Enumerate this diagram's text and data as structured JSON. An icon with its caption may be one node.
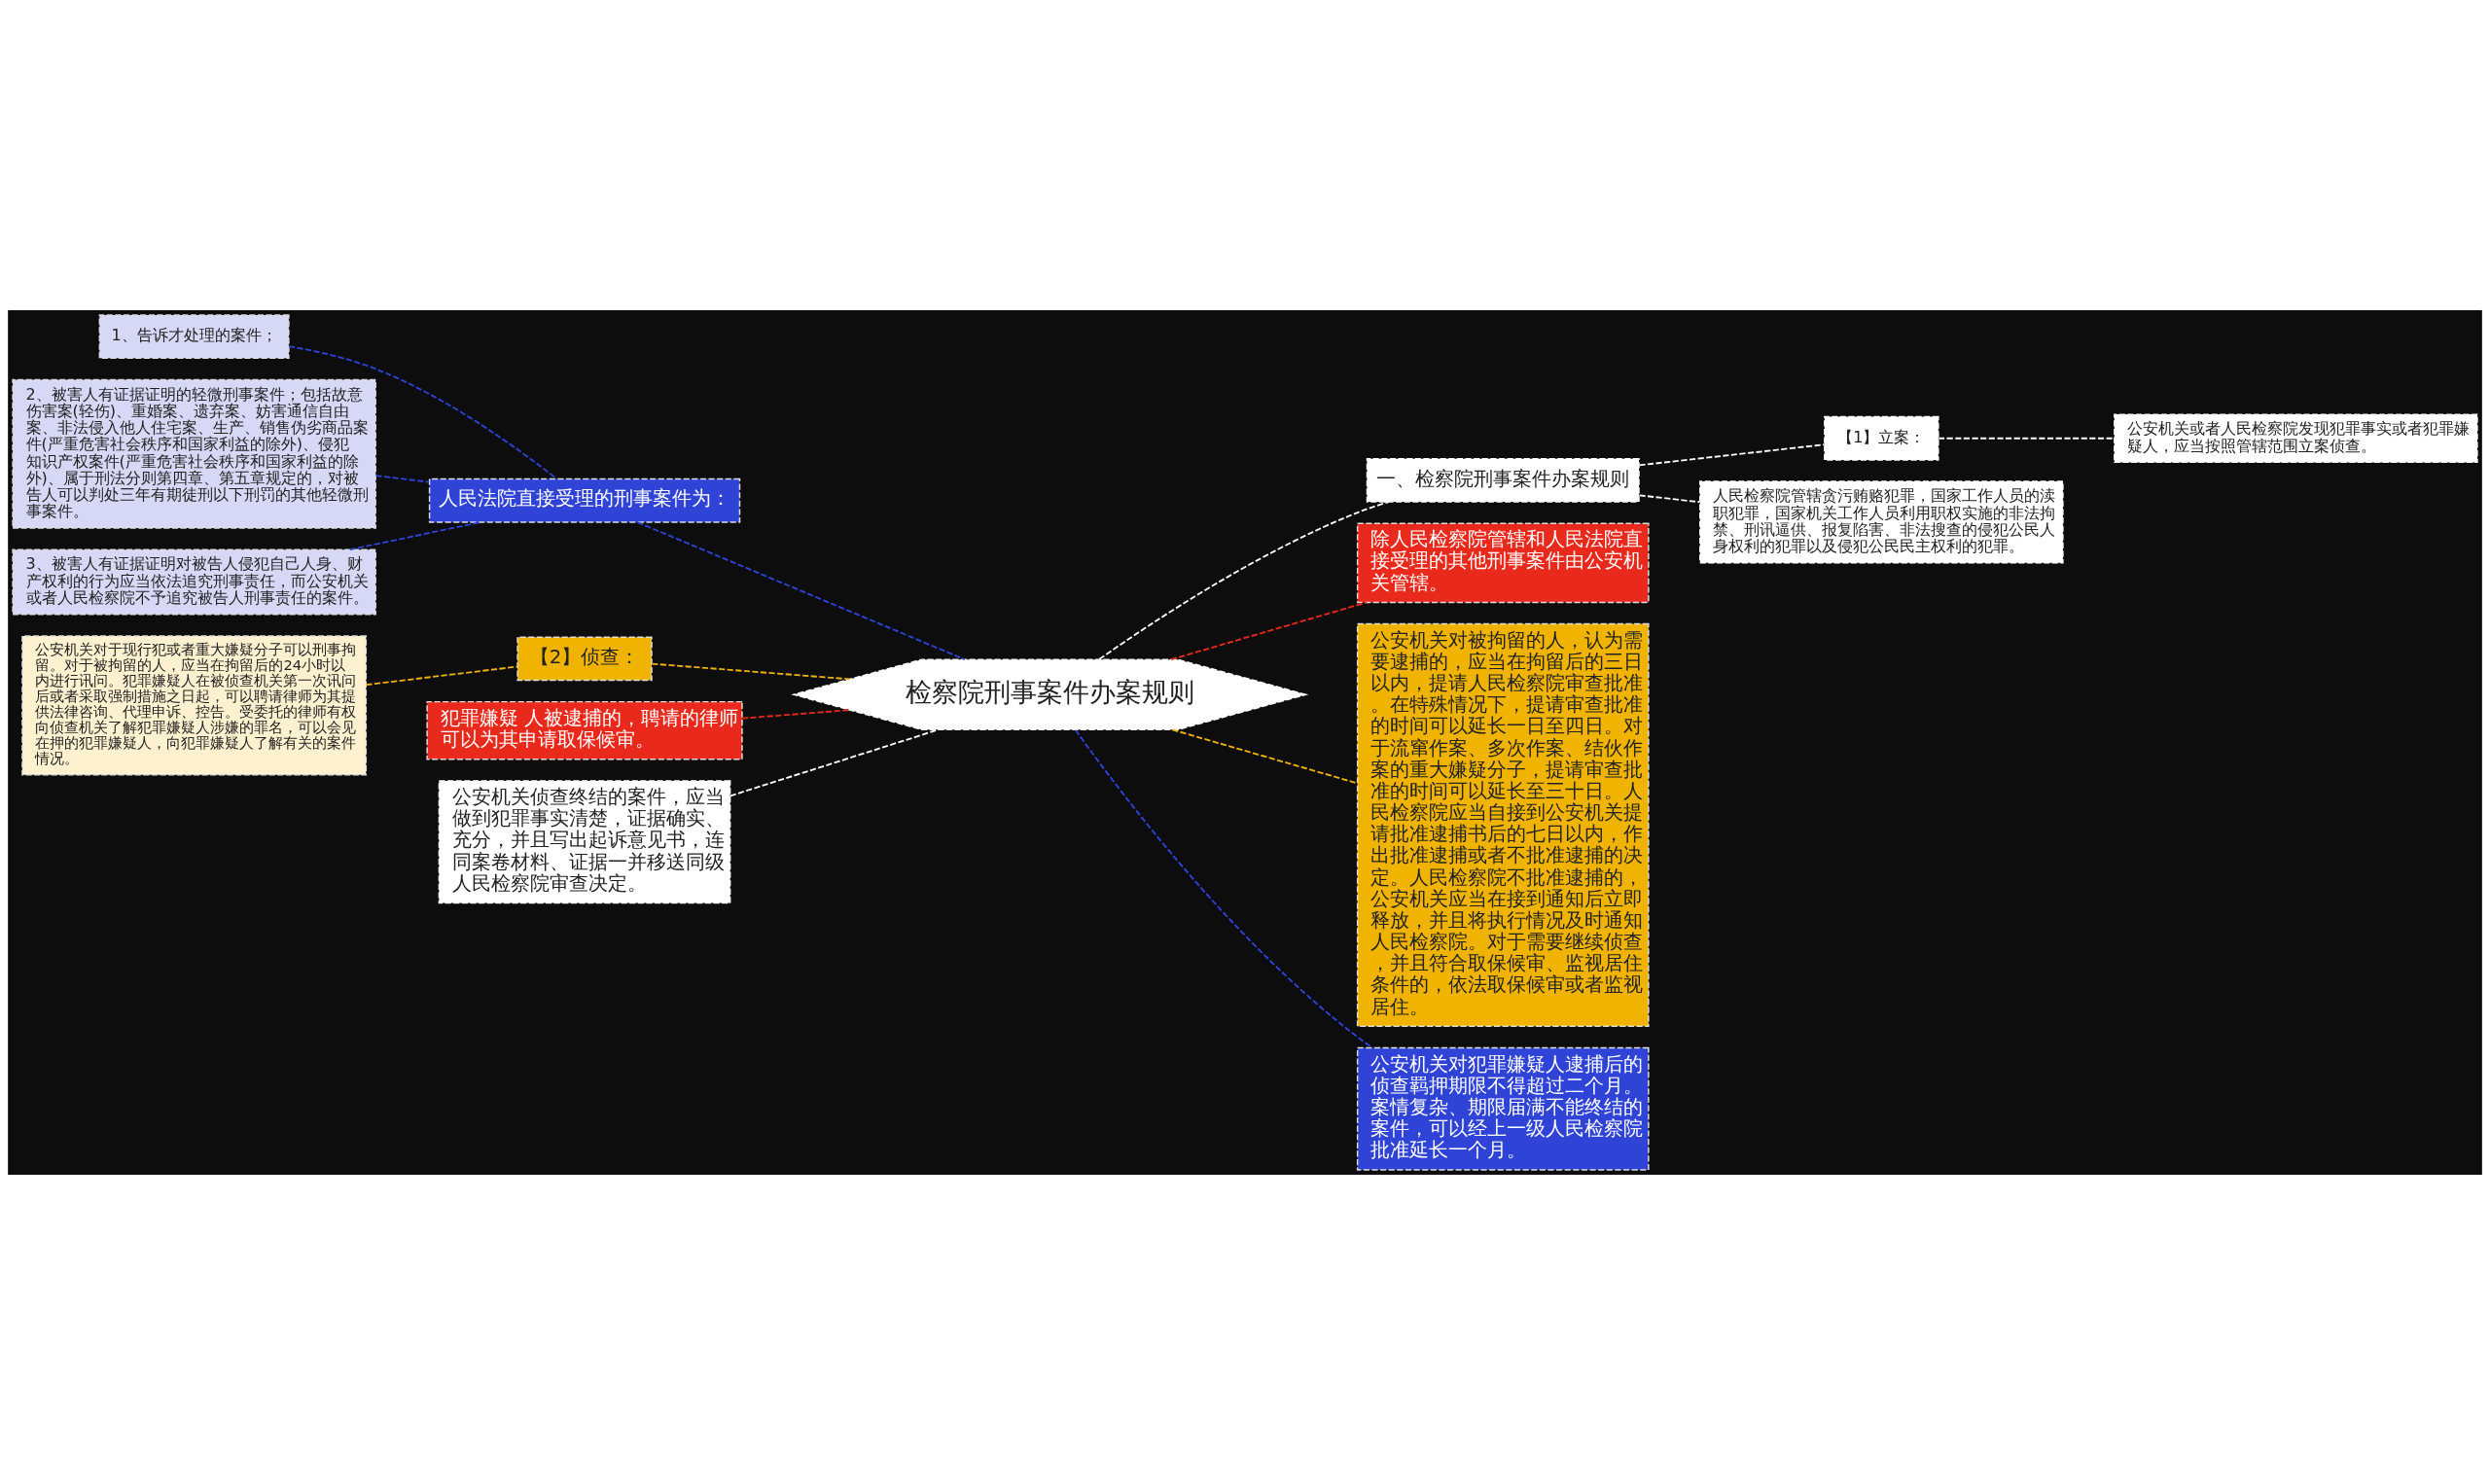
{
  "diagram": {
    "nodes": [
      {
        "text": [
          "检察院刑事案件办案规则"
        ]
      },
      {
        "text": [
          "人民法院直接受理的刑事案件为："
        ]
      },
      {
        "text": [
          "1、告诉才处理的案件；"
        ]
      },
      {
        "text": [
          "2、被害人有证据证明的轻微刑事案件；包括故意伤害案(轻伤)、重婚案、遗弃案、妨害通信自由案、非法侵入他人住宅案、生产、销售伪劣商品案件(严重危害社会秩序和国家利益的除外)、侵犯知识产权案件(严重危害社会秩序和国家利益的除外)、属于刑法分则第四章、第五章规定的，对被告人可以判处三年有期徒刑以下刑罚的其他轻微刑事案件。"
        ]
      },
      {
        "text": [
          "3、被害人有证据证明对被告人侵犯自己人身、财产权利的行为应当依法追究刑事责任，而公安机关或者人民检察院不予追究被告人刑事责任的案件。"
        ]
      },
      {
        "text": [
          "【2】侦查："
        ]
      },
      {
        "text": [
          "公安机关对于现行犯或者重大嫌疑分子可以刑事拘留。对于被拘留的人，应当在拘留后的24小时以内进行讯问。犯罪嫌疑人在被侦查机关第一次讯问后或者采取强制措施之日起，可以聘请律师为其提供法律咨询、代理申诉、控告。受委托的律师有权向侦查机关了解犯罪嫌疑人涉嫌的罪名，可以会见在押的犯罪嫌疑人，向犯罪嫌疑人了解有关的案件情况。"
        ]
      },
      {
        "text": [
          "犯罪嫌疑 人被逮捕的，聘请的律师可以为其申请取保候审。"
        ]
      },
      {
        "text": [
          "公安机关侦查终结的案件，应当做到犯罪事实清楚，证据确实、充分，并且写出起诉意见书，连同案卷材料、证据一并移送同级人民检察院审查决定。"
        ]
      },
      {
        "text": [
          "一、检察院刑事案件办案规则"
        ]
      },
      {
        "text": [
          "【1】立案："
        ]
      },
      {
        "text": [
          "公安机关或者人民检察院发现犯罪事实或者犯罪嫌疑人，应当按照管辖范围立案侦查。"
        ]
      },
      {
        "text": [
          "人民检察院管辖贪污贿赂犯罪，国家工作人员的渎职犯罪，国家机关工作人员利用职权实施的非法拘禁、刑讯逼供、报复陷害、非法搜查的侵犯公民人身权利的犯罪以及侵犯公民民主权利的犯罪。"
        ]
      },
      {
        "text": [
          "除人民检察院管辖和人民法院直接受理的其他刑事案件由公安机关管辖。"
        ]
      },
      {
        "text": [
          "公安机关对被拘留的人，认为需要逮捕的，应当在拘留后的三日以内，提请人民检察院审查批准。在特殊情况下，提请审查批准的时间可以延长一日至四日。对于流窜作案、多次作案、结伙作案的重大嫌疑分子，提请审查批准的时间可以延长至三十日。人民检察院应当自接到公安机关提请批准逮捕书后的七日以内，作出批准逮捕或者不批准逮捕的决定。人民检察院不批准逮捕的，公安机关应当在接到通知后立即释放，并且将执行情况及时通知人民检察院。对于需要继续侦查，并且符合取保候审、监视居住条件的，依法取保候审或者监视居住。"
        ]
      },
      {
        "text": [
          "公安机关对犯罪嫌疑人逮捕后的侦查羁押期限不得超过二个月。案情复杂、期限届满不能终结的案件，可以经上一级人民检察院批准延长一个月。"
        ]
      }
    ],
    "edges": [
      {
        "from": 0,
        "to": 1,
        "arrow": "none",
        "style": "dashed"
      },
      {
        "from": 1,
        "to": 2,
        "arrow": "none",
        "style": "dashed"
      },
      {
        "from": 1,
        "to": 3,
        "arrow": "none",
        "style": "dashed"
      },
      {
        "from": 1,
        "to": 4,
        "arrow": "none",
        "style": "dashed"
      },
      {
        "from": 0,
        "to": 5,
        "arrow": "none",
        "style": "dashed",
        "color": "#f0b400"
      },
      {
        "from": 5,
        "to": 6,
        "arrow": "none",
        "style": "dashed",
        "color": "#f0b400"
      },
      {
        "from": 0,
        "to": 7,
        "arrow": "none",
        "style": "dashed",
        "color": "#e8291b"
      },
      {
        "from": 0,
        "to": 8,
        "arrow": "none",
        "style": "dashed",
        "color": "#ffffff"
      },
      {
        "from": 0,
        "to": 9,
        "arrow": "none",
        "style": "dashed",
        "color": "#ffffff"
      },
      {
        "from": 9,
        "to": 10,
        "arrow": "none",
        "style": "dashed",
        "color": "#ffffff"
      },
      {
        "from": 10,
        "to": 11,
        "arrow": "none",
        "style": "dashed",
        "color": "#ffffff"
      },
      {
        "from": 9,
        "to": 12,
        "arrow": "none",
        "style": "dashed",
        "color": "#ffffff"
      },
      {
        "from": 0,
        "to": 13,
        "arrow": "none",
        "style": "dashed",
        "color": "#e8291b"
      },
      {
        "from": 0,
        "to": 14,
        "arrow": "none",
        "style": "dashed",
        "color": "#f0b400"
      },
      {
        "from": 0,
        "to": 15,
        "arrow": "none",
        "style": "dashed"
      }
    ]
  }
}
